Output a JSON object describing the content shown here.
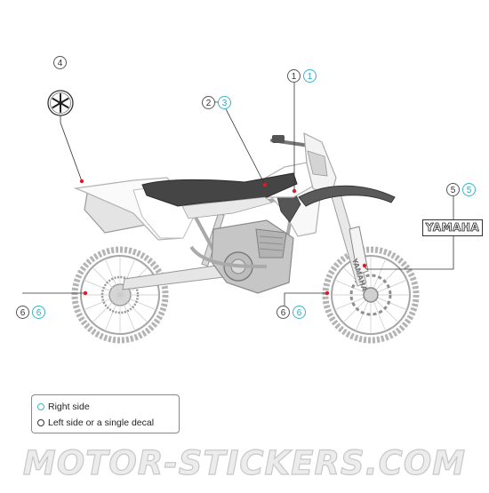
{
  "callouts": {
    "c1_left": "1",
    "c1_right": "1",
    "c2_left": "2",
    "c2_right": "3",
    "c4": "4",
    "c5_left": "5",
    "c5_right": "5",
    "c6a_left": "6",
    "c6a_right": "6",
    "c6b_left": "6",
    "c6b_right": "6"
  },
  "decal": {
    "fork_text": "YAMAHA"
  },
  "legend": {
    "right_side": "Right side",
    "left_side": "Left side or a single decal"
  },
  "colors": {
    "right_side": "#39b4c9",
    "left_side": "#333333",
    "marker": "#e01b24"
  },
  "watermark": "MOTOR-STICKERS.COM"
}
